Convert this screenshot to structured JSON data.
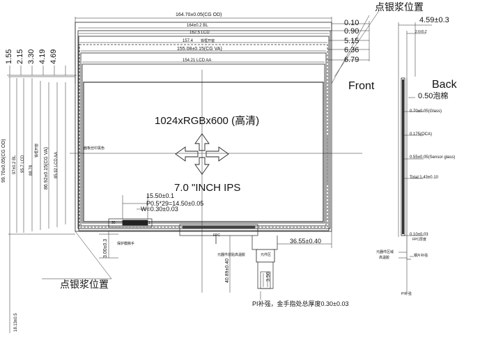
{
  "top_dims": {
    "cg_od": "164.70±0.05(CG OD)",
    "bl": "164±0.2 BL",
    "lcd": "162.5 LCD",
    "iron_open": "157.4",
    "iron_open_label": "铁框开窗",
    "cg_va": "155.08±0.15(CG VA)",
    "lcd_aa": "154.21 LCD AA"
  },
  "right_offsets": [
    "0.10",
    "0.90",
    "5.15",
    "6.36",
    "6.79"
  ],
  "left_offsets": [
    "1.55",
    "2.15",
    "3.30",
    "4.19",
    "4.69"
  ],
  "vertical_dims": {
    "cg_od": "99.70±0.05(CG OD)",
    "bl": "97±0.2 BL",
    "lcd": "95.7 LCD",
    "iron_open": "88.78",
    "iron_open_label": "铁框开窗",
    "cg_va": "86.92±0.15(CG VA)",
    "lcd_aa": "85.92 LCD AA",
    "bottom_tail": "18.13±0.5",
    "fpc_length": "40.89±0.40",
    "stiffener_len": "3.50"
  },
  "callouts": {
    "silver_paste_top": "点银浆位置",
    "silver_paste_bottom": "点银浆位置",
    "front": "Front",
    "back": "Back",
    "bezel_print": "面板丝印黑色"
  },
  "center_text": {
    "resolution": "1024xRGBx600 (高清)",
    "size": "7.0 \"INCH IPS"
  },
  "bottom_dims": {
    "pitch_total": "15.50±0.1",
    "pitch": "P0.5*29=14.50±0.05",
    "width": "W=0.30±0.03",
    "pin_label": "30",
    "pin_one": "1",
    "fpc_offset": "36.55±0.40",
    "fpc_height": "3.00±0.3",
    "protection_film": "保护膜撕手",
    "component_area": "元器件前贴高温胶",
    "stiffener_tag": "元件区",
    "pi_note": "PI补强，金手指处总厚度0.30±0.03",
    "fpc_tag": "FPC"
  },
  "side_view": {
    "thickness": "4.59±0.3",
    "sub": "2.6±0.2",
    "foam": "0.50泡棉",
    "glass": "0.70±0.05(Glass)",
    "oca": "0.175(OCA)",
    "sensor": "0.55±0.05(Sensor glass)",
    "total": "Total:1.43±0.10",
    "fpc_thk": "0.10±0.03",
    "fpc_label": "FPC厚度",
    "component_area": "元器件区域",
    "high_temp_tape": "高温胶",
    "steel_stiffener": "钢片补强",
    "pi_stiffener": "PI补强"
  }
}
